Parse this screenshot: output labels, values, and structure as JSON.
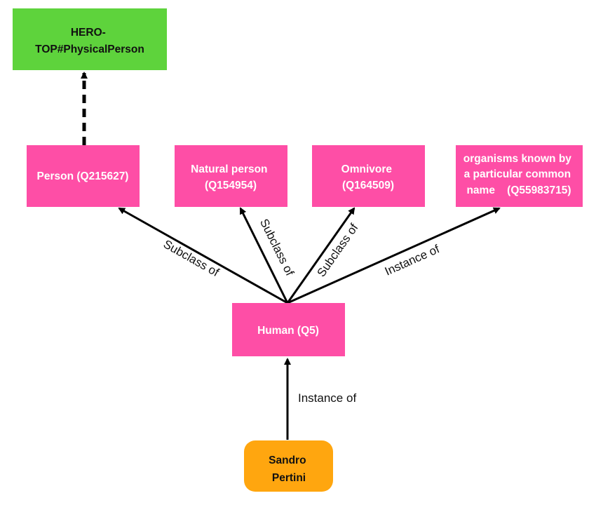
{
  "colors": {
    "class_node": "#fe4ea6",
    "top_node": "#5ed33c",
    "instance_node": "#ffa60f",
    "edge": "#000000"
  },
  "nodes": {
    "hero": {
      "lines": [
        "HERO-",
        "TOP#PhysicalPerson"
      ]
    },
    "person": {
      "lines": [
        "Person (Q215627)"
      ]
    },
    "natural_person": {
      "lines": [
        "Natural person",
        "(Q154954)"
      ]
    },
    "omnivore": {
      "lines": [
        "Omnivore",
        "(Q164509)"
      ]
    },
    "organisms": {
      "lines": [
        "organisms known by",
        "a particular common",
        "name    (Q55983715)"
      ]
    },
    "human": {
      "lines": [
        "Human (Q5)"
      ]
    },
    "sandro": {
      "lines": [
        "Sandro",
        "Pertini"
      ]
    }
  },
  "edges": {
    "person": "Subclass of",
    "natural_person": "Subclass of",
    "omnivore": "Subclass of",
    "organisms": "Instance of",
    "sandro": "Instance of"
  }
}
